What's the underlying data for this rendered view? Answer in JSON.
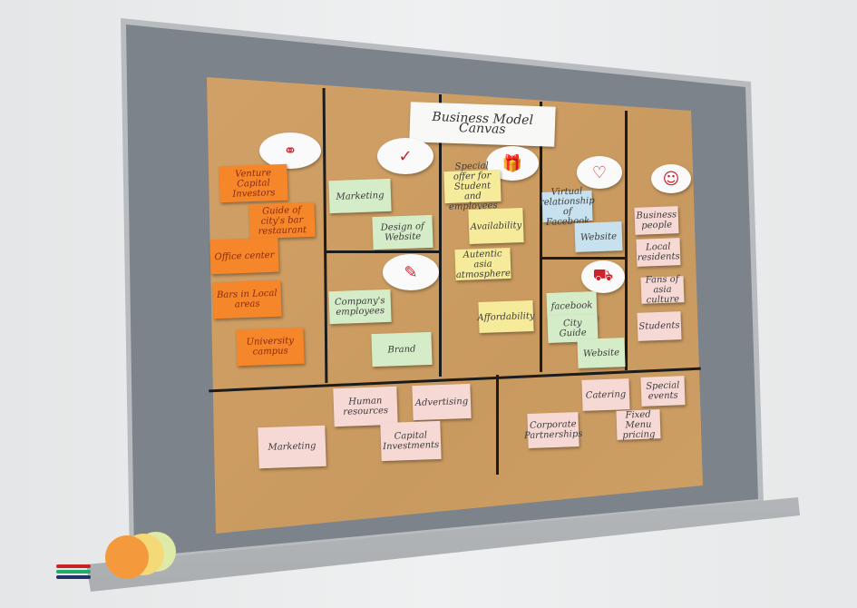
{
  "title": "Business Model Canvas",
  "icons": [
    "rings-icon",
    "checklist-icon",
    "gift-icon",
    "heart-icon",
    "face-icon",
    "person-desk-icon",
    "truck-icon"
  ],
  "notes": [
    {
      "text": "Venture Capital Investors",
      "color": "orange"
    },
    {
      "text": "Guide of city's bar restaurant",
      "color": "orange"
    },
    {
      "text": "Office center",
      "color": "orange"
    },
    {
      "text": "Bars in Local areas",
      "color": "orange"
    },
    {
      "text": "University campus",
      "color": "orange"
    },
    {
      "text": "Marketing",
      "color": "green"
    },
    {
      "text": "Design of Website",
      "color": "green"
    },
    {
      "text": "Company's employees",
      "color": "green"
    },
    {
      "text": "Brand",
      "color": "green"
    },
    {
      "text": "Special offer for Student and employees",
      "color": "yellow"
    },
    {
      "text": "Availability",
      "color": "yellow"
    },
    {
      "text": "Autentic asia atmosphere",
      "color": "yellow"
    },
    {
      "text": "Affordability",
      "color": "yellow"
    },
    {
      "text": "Virtual relationship of Facebook",
      "color": "blue"
    },
    {
      "text": "Website",
      "color": "blue"
    },
    {
      "text": "facebook",
      "color": "green"
    },
    {
      "text": "City Guide",
      "color": "green"
    },
    {
      "text": "Website",
      "color": "green"
    },
    {
      "text": "Business people",
      "color": "pink"
    },
    {
      "text": "Local residents",
      "color": "pink"
    },
    {
      "text": "Fans of asia culture",
      "color": "pink"
    },
    {
      "text": "Students",
      "color": "pink"
    },
    {
      "text": "Human resources",
      "color": "pink"
    },
    {
      "text": "Advertising",
      "color": "pink"
    },
    {
      "text": "Marketing",
      "color": "pink"
    },
    {
      "text": "Capital Investments",
      "color": "pink"
    },
    {
      "text": "Catering",
      "color": "pink"
    },
    {
      "text": "Special events",
      "color": "pink"
    },
    {
      "text": "Corporate Partnerships",
      "color": "pink"
    },
    {
      "text": "Fixed Menu pricing",
      "color": "pink"
    }
  ]
}
